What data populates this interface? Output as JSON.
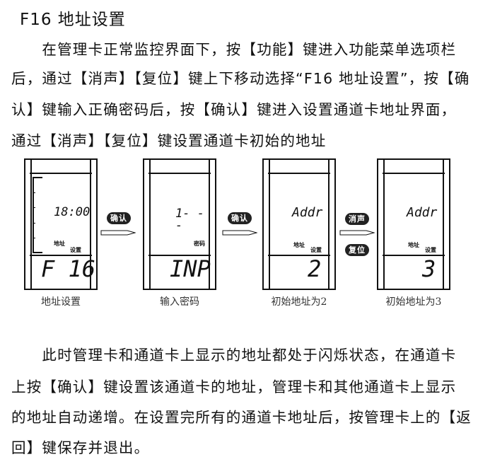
{
  "title": "F16 地址设置",
  "para1": [
    "　　在管理卡正常监控界面下，按【功能】键进入功能菜单选项栏",
    "后，通过【消声】【复位】键上下移动选择“F16 地址设置”，按【确",
    "认】键输入正确密码后，按【确认】键进入设置通道卡地址界面，",
    "通过【消声】【复位】键设置通道卡初始的地址"
  ],
  "panels": [
    {
      "time": "18:00",
      "label1": "地址",
      "label2": "设置",
      "big": "F 16",
      "caption": "地址设置"
    },
    {
      "mid": "1- - -",
      "label2": "密码",
      "big": "INP",
      "caption": "输入密码"
    },
    {
      "mid": "Addr",
      "label1": "地址",
      "label2": "设置",
      "big": "2",
      "caption": "初始地址为2"
    },
    {
      "mid": "Addr",
      "label1": "地址",
      "label2": "设置",
      "big": "3",
      "caption": "初始地址为3"
    }
  ],
  "buttons": {
    "confirm": "确认",
    "mute": "消声",
    "reset": "复位"
  },
  "para2": [
    "　　此时管理卡和通道卡上显示的地址都处于闪烁状态，在通道卡",
    "上按【确认】键设置该通道卡的地址，管理卡和其他通道卡上显示",
    "的地址自动递增。在设置完所有的通道卡地址后，按管理卡上的【返",
    "回】键保存并退出。"
  ]
}
